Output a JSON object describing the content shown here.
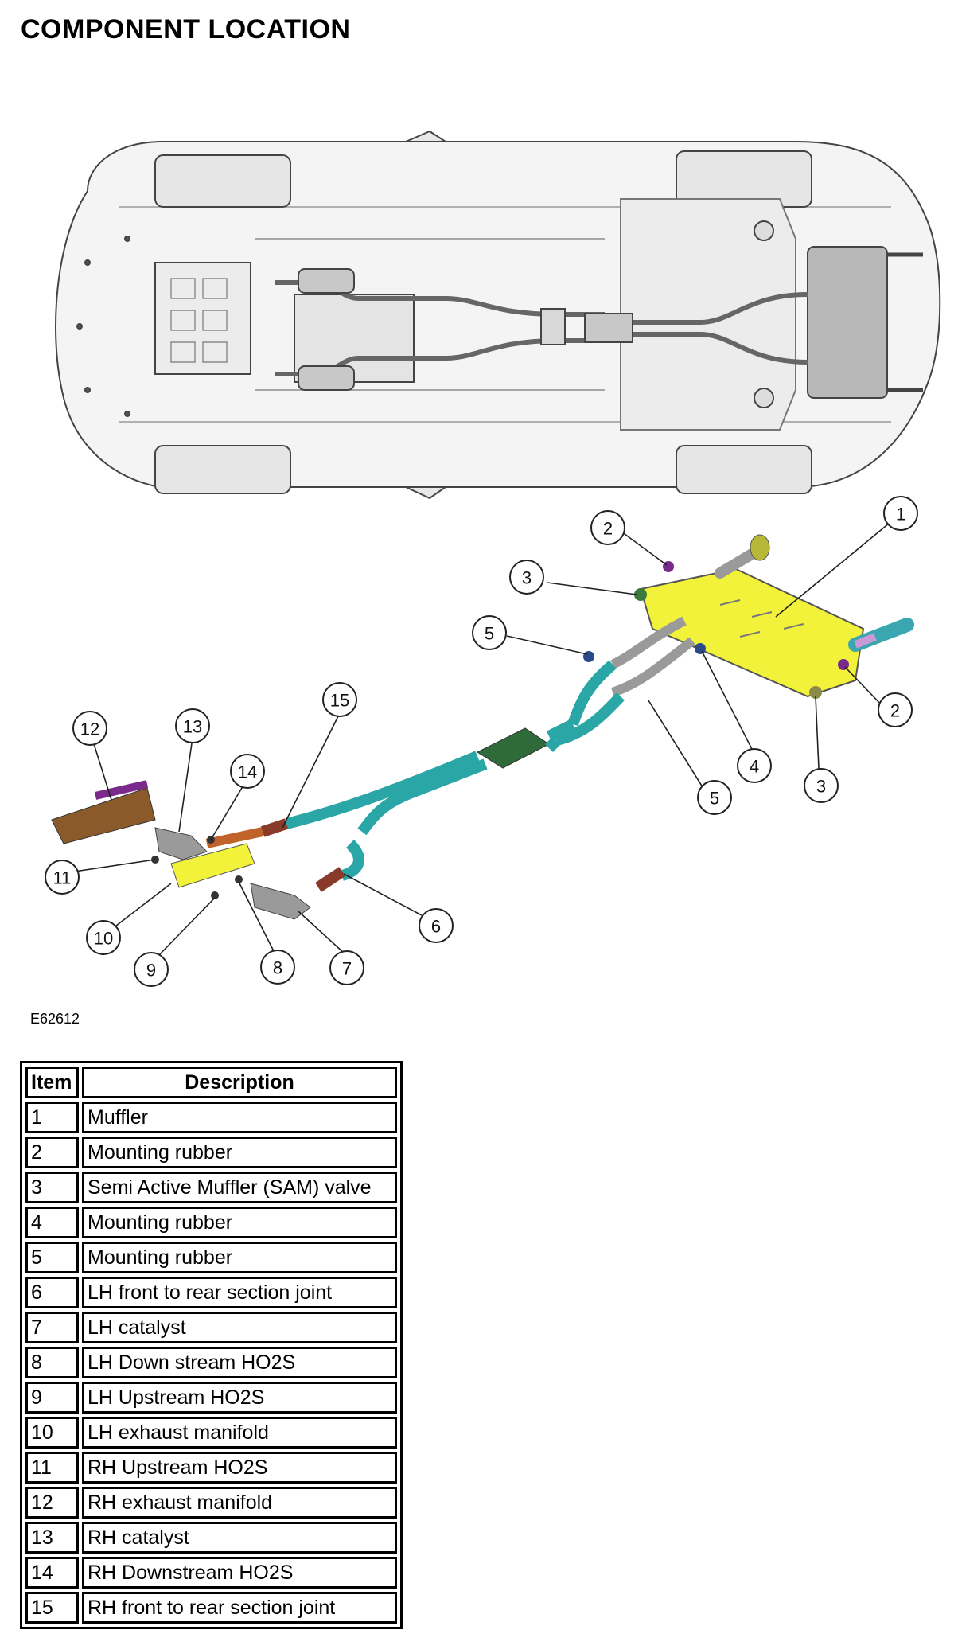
{
  "page": {
    "title": "COMPONENT LOCATION",
    "figure_code": "E62612"
  },
  "callouts": [
    "1",
    "2",
    "2",
    "3",
    "3",
    "4",
    "5",
    "5",
    "6",
    "7",
    "8",
    "9",
    "10",
    "11",
    "12",
    "13",
    "14",
    "15"
  ],
  "legend": {
    "headers": {
      "item": "Item",
      "description": "Description"
    },
    "rows": [
      {
        "item": "1",
        "description": "Muffler"
      },
      {
        "item": "2",
        "description": "Mounting rubber"
      },
      {
        "item": "3",
        "description": "Semi Active Muffler (SAM) valve"
      },
      {
        "item": "4",
        "description": "Mounting rubber"
      },
      {
        "item": "5",
        "description": "Mounting rubber"
      },
      {
        "item": "6",
        "description": "LH front to rear section joint"
      },
      {
        "item": "7",
        "description": "LH catalyst"
      },
      {
        "item": "8",
        "description": "LH Down stream HO2S"
      },
      {
        "item": "9",
        "description": "LH Upstream HO2S"
      },
      {
        "item": "10",
        "description": "LH exhaust manifold"
      },
      {
        "item": "11",
        "description": "RH Upstream HO2S"
      },
      {
        "item": "12",
        "description": "RH exhaust manifold"
      },
      {
        "item": "13",
        "description": "RH catalyst"
      },
      {
        "item": "14",
        "description": "RH Downstream HO2S"
      },
      {
        "item": "15",
        "description": "RH front to rear section joint"
      }
    ]
  },
  "colors": {
    "pipe": "#2aa6a6",
    "muffler": "#f2f23a",
    "catalyst": "#9a9a9a",
    "manifold": "#8a5a2a",
    "mount": "#7a2a8a",
    "car_line": "#444444",
    "car_fill": "#dcdcdc"
  }
}
